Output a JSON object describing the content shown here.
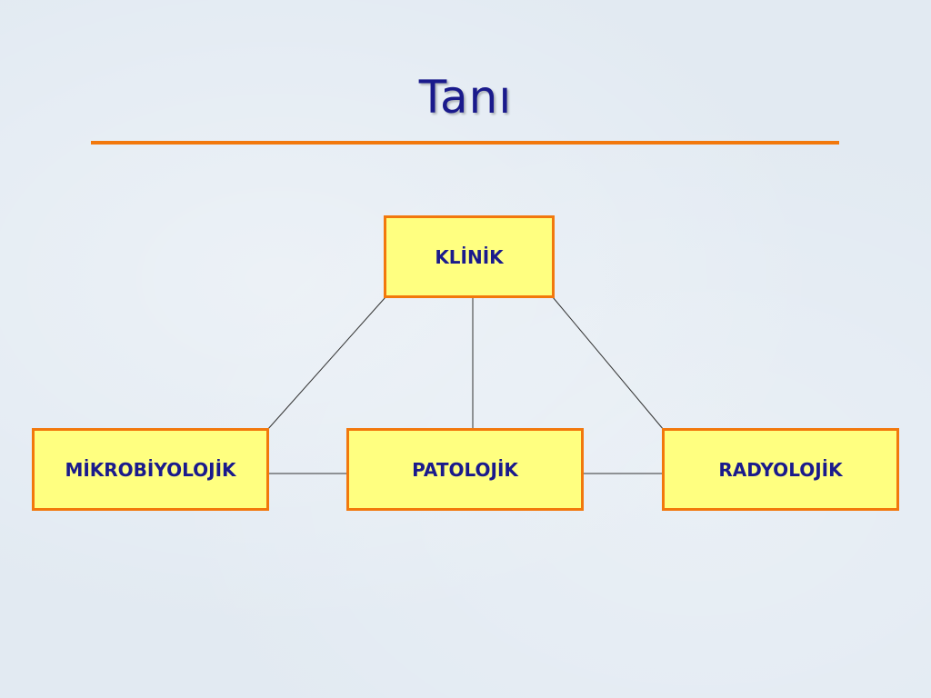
{
  "title": "Tanı",
  "colors": {
    "title": "#1a1a8c",
    "rule": "#f2780c",
    "box_fill": "#ffff80",
    "box_border": "#f2780c",
    "box_text": "#1a1a8c",
    "connector": "#333333"
  },
  "nodes": {
    "klinik": "KLİNİK",
    "mikrobiyolojik": "MİKROBİYOLOJİK",
    "patolojik": "PATOLOJİK",
    "radyolojik": "RADYOLOJİK"
  },
  "edges": [
    {
      "from": "klinik",
      "to": "mikrobiyolojik"
    },
    {
      "from": "klinik",
      "to": "patolojik"
    },
    {
      "from": "klinik",
      "to": "radyolojik"
    },
    {
      "from": "mikrobiyolojik",
      "to": "patolojik"
    },
    {
      "from": "patolojik",
      "to": "radyolojik"
    }
  ]
}
